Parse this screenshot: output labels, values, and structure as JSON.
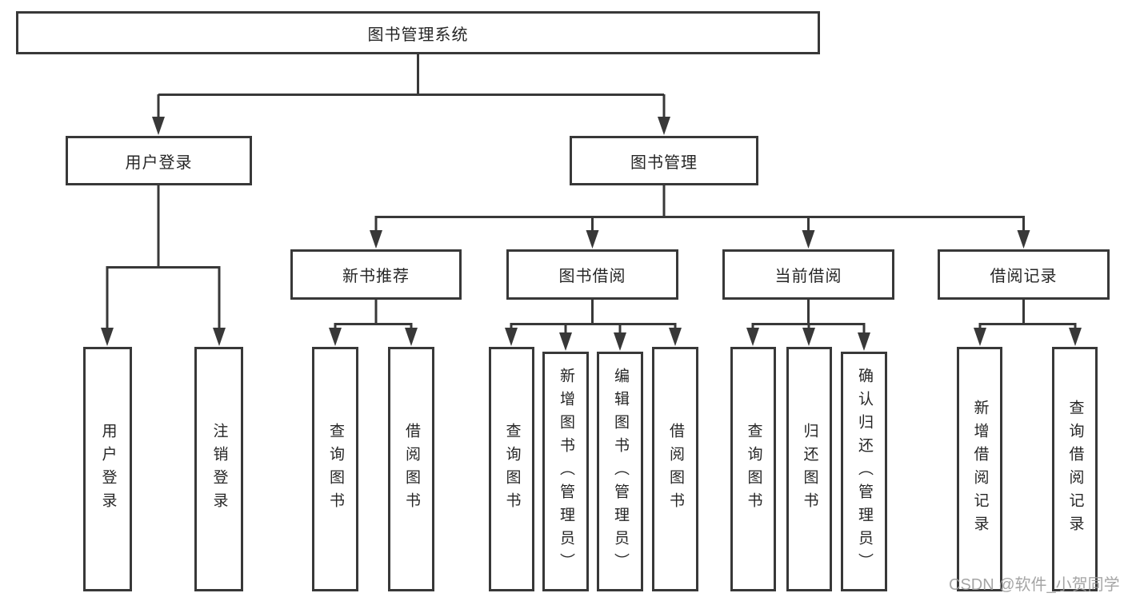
{
  "diagram": {
    "root": {
      "label": "图书管理系统"
    },
    "level2": [
      {
        "label": "用户登录",
        "children": [
          {
            "label": "用户登录"
          },
          {
            "label": "注销登录"
          }
        ]
      },
      {
        "label": "图书管理",
        "children": [
          {
            "label": "新书推荐",
            "children": [
              {
                "label": "查询图书"
              },
              {
                "label": "借阅图书"
              }
            ]
          },
          {
            "label": "图书借阅",
            "children": [
              {
                "label": "查询图书"
              },
              {
                "label": "新增图书（管理员）"
              },
              {
                "label": "编辑图书（管理员）"
              },
              {
                "label": "借阅图书"
              }
            ]
          },
          {
            "label": "当前借阅",
            "children": [
              {
                "label": "查询图书"
              },
              {
                "label": "归还图书"
              },
              {
                "label": "确认归还（管理员）"
              }
            ]
          },
          {
            "label": "借阅记录",
            "children": [
              {
                "label": "新增借阅记录"
              },
              {
                "label": "查询借阅记录"
              }
            ]
          }
        ]
      }
    ]
  },
  "watermark": {
    "text": "CSDN @软件_小贺同学"
  },
  "colors": {
    "line": "#383838",
    "text": "#262626",
    "background": "#ffffff",
    "watermark": "#9c9c9c"
  }
}
